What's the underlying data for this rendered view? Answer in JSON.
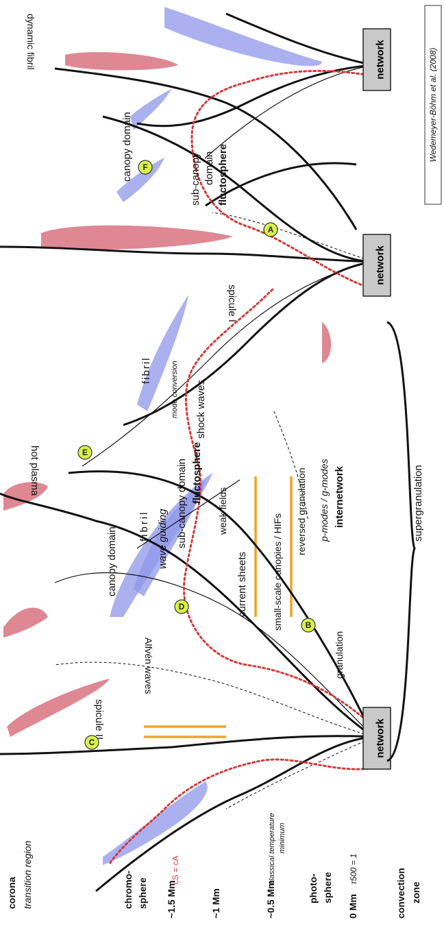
{
  "credit": "Wedemeyer-Böhm et al. (2008)",
  "network_labels": [
    "network",
    "network",
    "network"
  ],
  "heights": {
    "corona": "corona",
    "transition_region": "transition region",
    "chromo_line1": "chromo-",
    "chromo_line2": "sphere",
    "cs_eq": "cS = cA",
    "h15": "~1.5 Mm",
    "h1": "~1 Mm",
    "h05": "~0.5 Mm",
    "classical_temp_line1": "classical temperature",
    "classical_temp_line2": "minimum",
    "photo_line1": "photo-",
    "photo_line2": "sphere",
    "h0": "0 Mm",
    "tau": "τ500 = 1",
    "conv_line1": "convection",
    "conv_line2": "zone"
  },
  "features": {
    "spicule_ii": "spicule II",
    "alfven_waves": "Alfvén waves",
    "canopy_domain": "canopy domain",
    "fibril": "fibril",
    "wave_guiding": "wave guiding",
    "current_sheets": "current sheets",
    "small_scale_canopies": "small-scale canopies / HIFs",
    "granulation": "granulation",
    "reversed_granulation": "reversed granulation",
    "p_modes": "p-modes / g-modes",
    "internetwork": "internetwork",
    "weak_fields": "weak fields",
    "sub_canopy_domain": "sub-canopy domain",
    "fluctosphere": "fluctosphere",
    "hot_plasma": "hot plasma",
    "shock_waves": "shock waves",
    "mode_conversion": "mode conversion",
    "supergranulation": "supergranulation",
    "spicule_i": "spicule I",
    "canopy_domain_2": "canopy domain",
    "sub_canopy_2_line1": "sub-canopy",
    "sub_canopy_2_line2": "domain",
    "fluctosphere_2": "fluctosphere",
    "dynamic_fibril": "dynamic fibril"
  },
  "markers": [
    "A",
    "B",
    "C",
    "D",
    "E",
    "F"
  ],
  "colors": {
    "background": "#ffffff",
    "network_box": "#c9c9c9",
    "marker_fill": "#d8f24a",
    "blue_region": "#8f97ea",
    "pink_region": "#d66a78",
    "red_boundary": "#d33a3a",
    "orange_sheet": "#f2a227"
  }
}
